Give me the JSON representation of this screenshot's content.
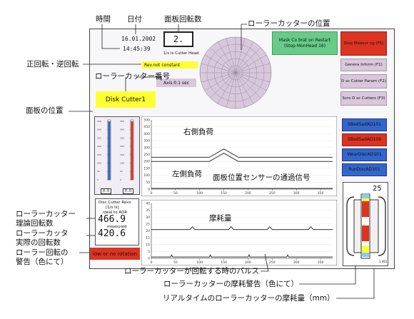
{
  "annotations": {
    "time": "時間",
    "date": "日付",
    "rotations": "面板回転数",
    "cutter_position": "ローラーカッターの位置",
    "rotation_direction": "正回転・逆回転",
    "cutter_number": "ローラーカッター番号",
    "panel_position": "面板の位置",
    "right_load": "右側負荷",
    "left_load": "左側負荷",
    "sensor_signal": "面板位置センサーの通過信号",
    "theoretical_rotations": "ローラーカッター\n理論回転数",
    "actual_rotations": "ローラーカッタ\n実際の回転数",
    "rotation_warning": "ローラー回転の\n警告（色にて）",
    "wear": "摩耗量",
    "pulse": "ローラーカッターが回転する時のパルス",
    "wear_warning": "ローラーカッターの摩耗警告（色にて）",
    "realtime_wear": "リアルタイムのローラーカッターの摩耗量（mm）"
  },
  "screen": {
    "date_value": "16.01.2002",
    "time_value": "14:45:39",
    "rotation_count": "2.",
    "rotation_sub": "1/s is Cutter Head",
    "direction_status": "Rev.not constant",
    "axis_value": "Axis:0.1 sec",
    "cutter_name": "Disk Cutter1",
    "mask_line1": "Mask Co brat on Restart",
    "mask_line2": "(Stop MonHead 16)",
    "menu_stop": "Stop Measur ng (F5)",
    "menu_general": "Genera Inform (F1)",
    "menu_disc_param": "D sc Cutter Param (F2)",
    "menu_scroll": "Scro D sc Cutters (F3)",
    "status_sbed": "SBedSadAD101",
    "status_sbed2": "SBedSadAD109",
    "status_wear": "WearDiscAD101",
    "status_run": "RunDiscAD101",
    "rev_title": "Disc Cutter Revs",
    "rev_unit": "[1/s ls]",
    "rev_ideal_label": "ideal to ADR",
    "rev_ideal_value": "466.9",
    "rev_measured_label": "measured",
    "rev_measured_value": "420.6",
    "warning_text": "low or no rotation",
    "wear_value": "25",
    "wear_small": "1 461",
    "gauge_left_val": "0.0",
    "gauge_right_val": "0.0"
  },
  "colors": {
    "yellow": "#ffff33",
    "green": "#66cc88",
    "red": "#dd3322",
    "blue": "#3366cc",
    "lavender": "#d9c8dc",
    "panel_bg": "#f4f4f8"
  },
  "chart_data": [
    {
      "type": "line",
      "x": [
        0,
        50,
        100,
        150,
        200,
        250,
        300,
        350
      ],
      "xlim": [
        0,
        375
      ],
      "ylim": [
        0,
        500
      ],
      "yticks": [
        0,
        50,
        100,
        150,
        200,
        250,
        300,
        350,
        400,
        450,
        500
      ],
      "xticks": [
        0,
        50,
        100,
        150,
        200,
        250,
        300,
        350
      ],
      "series": [
        {
          "points": [
            [
              0,
              230
            ],
            [
              120,
              230
            ],
            [
              150,
              290
            ],
            [
              180,
              230
            ],
            [
              375,
              230
            ]
          ]
        },
        {
          "points": [
            [
              0,
              200
            ],
            [
              120,
              200
            ],
            [
              150,
              260
            ],
            [
              180,
              200
            ],
            [
              375,
              200
            ]
          ]
        },
        {
          "points": [
            [
              0,
              5
            ],
            [
              375,
              5
            ]
          ]
        }
      ]
    },
    {
      "type": "line",
      "xlim": [
        0,
        375
      ],
      "ylim": [
        0,
        40
      ],
      "yticks": [
        0,
        5,
        10,
        15,
        20,
        25,
        30,
        35,
        40
      ],
      "xticks": [
        0,
        50,
        100,
        150,
        200,
        250,
        300,
        350
      ],
      "series": [
        {
          "points": [
            [
              0,
              21
            ],
            [
              80,
              21
            ],
            [
              85,
              23
            ],
            [
              90,
              21
            ],
            [
              160,
              21
            ],
            [
              165,
              23
            ],
            [
              170,
              21
            ],
            [
              240,
              21
            ],
            [
              245,
              23
            ],
            [
              250,
              21
            ],
            [
              325,
              21
            ],
            [
              330,
              23
            ],
            [
              335,
              21
            ],
            [
              375,
              21
            ]
          ]
        },
        {
          "points": [
            [
              0,
              1
            ],
            [
              40,
              1
            ],
            [
              42,
              2.5
            ],
            [
              44,
              1
            ],
            [
              120,
              1
            ],
            [
              122,
              2.5
            ],
            [
              124,
              1
            ],
            [
              200,
              1
            ],
            [
              202,
              2.5
            ],
            [
              204,
              1
            ],
            [
              280,
              1
            ],
            [
              282,
              2.5
            ],
            [
              284,
              1
            ],
            [
              375,
              1
            ]
          ]
        }
      ]
    }
  ]
}
